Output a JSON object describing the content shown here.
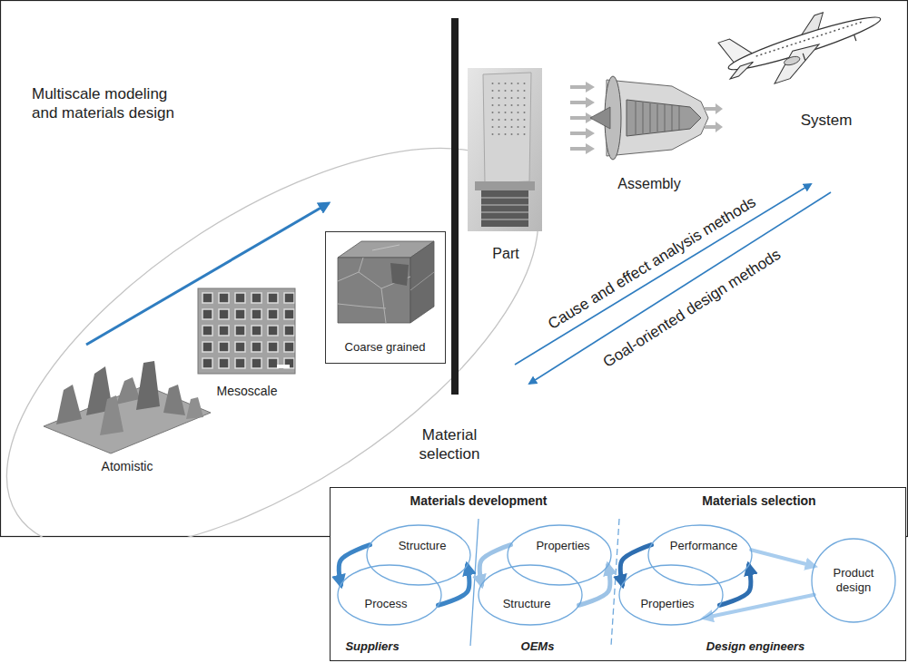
{
  "diagram": {
    "nodes": [
      {
        "text": [
          "Structure"
        ]
      },
      {
        "text": [
          "Process"
        ]
      },
      {
        "text": [
          "Properties"
        ]
      },
      {
        "text": [
          "Structure"
        ]
      },
      {
        "text": [
          "Performance"
        ]
      },
      {
        "text": [
          "Properties"
        ]
      },
      {
        "text": [
          "Product design"
        ]
      }
    ],
    "edges": [
      {
        "from": 0,
        "to": 1,
        "arrow": "to"
      },
      {
        "from": 1,
        "to": 0,
        "arrow": "to"
      },
      {
        "from": 2,
        "to": 3,
        "arrow": "to"
      },
      {
        "from": 3,
        "to": 2,
        "arrow": "to"
      },
      {
        "from": 4,
        "to": 5,
        "arrow": "to"
      },
      {
        "from": 5,
        "to": 4,
        "arrow": "to"
      },
      {
        "from": 4,
        "to": 6,
        "arrow": "to"
      },
      {
        "from": 6,
        "to": 5,
        "arrow": "to"
      }
    ],
    "labels": [
      "Multiscale modeling and materials design",
      "Atomistic",
      "Mesoscale",
      "Coarse grained",
      "Part",
      "Assembly",
      "System",
      "Cause and effect analysis methods",
      "Goal-oriented design methods",
      "Material selection",
      "Materials development",
      "Materials selection",
      "Suppliers",
      "OEMs",
      "Design engineers"
    ]
  }
}
